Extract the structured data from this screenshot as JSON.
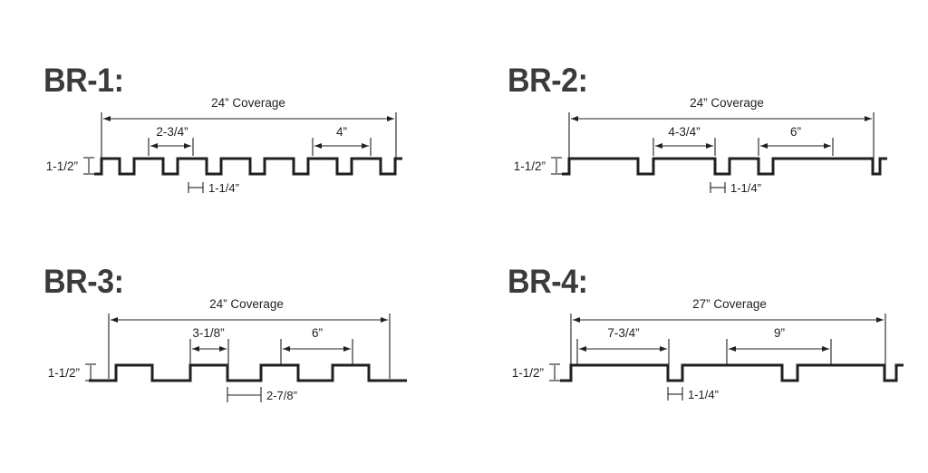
{
  "document": {
    "kind": "metal-panel-profile-drawings",
    "background_color": "#ffffff",
    "line_color": "#231f20",
    "title_color": "#3b3b3d"
  },
  "panels": [
    {
      "id": "br-1",
      "title": "BR-1:",
      "coverage_label": "24” Coverage",
      "height_label": "1-1/2”",
      "rib_spacing_label": "2-3/4”",
      "module_label": "4”",
      "rib_width_label": "1-1/4”",
      "profile_type": "grooves-down",
      "groove_count": 6
    },
    {
      "id": "br-2",
      "title": "BR-2:",
      "coverage_label": "24” Coverage",
      "height_label": "1-1/2”",
      "rib_spacing_label": "4-3/4”",
      "module_label": "6”",
      "rib_width_label": "1-1/4”",
      "profile_type": "grooves-down",
      "groove_count": 4
    },
    {
      "id": "br-3",
      "title": "BR-3:",
      "coverage_label": "24” Coverage",
      "height_label": "1-1/2”",
      "rib_spacing_label": "3-1/8”",
      "module_label": "6”",
      "rib_width_label": "2-7/8”",
      "profile_type": "ribs-up",
      "groove_count": 5
    },
    {
      "id": "br-4",
      "title": "BR-4:",
      "coverage_label": "27” Coverage",
      "height_label": "1-1/2”",
      "rib_spacing_label": "7-3/4”",
      "module_label": "9”",
      "rib_width_label": "1-1/4”",
      "profile_type": "grooves-down",
      "groove_count": 2
    }
  ]
}
